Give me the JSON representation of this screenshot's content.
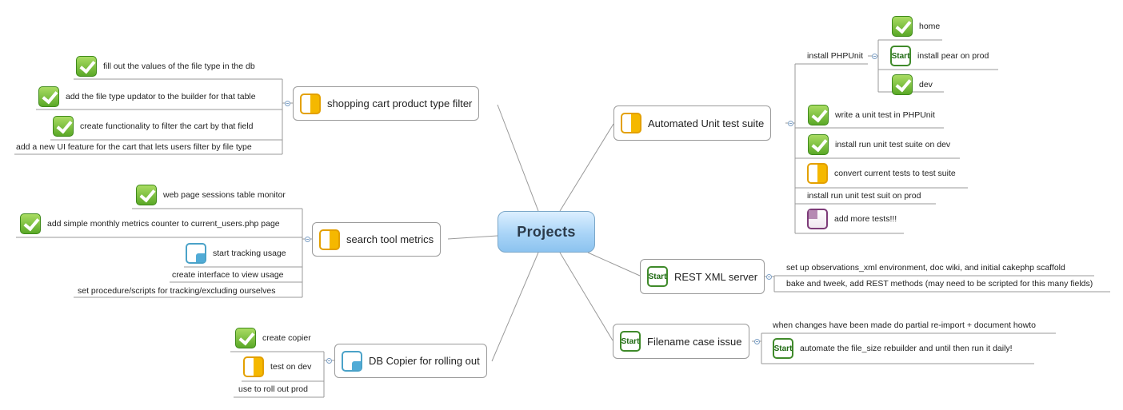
{
  "central": {
    "label": "Projects"
  },
  "colors": {
    "line": "#9a9a9a",
    "check": "#5aa827",
    "half": "#f5b800",
    "start": "#3f8a2a"
  },
  "topics": {
    "shopping": {
      "label": "shopping cart product type filter",
      "icon": "half-progress-icon",
      "children": [
        {
          "label": "fill out the values of the file type in the db",
          "icon": "check-icon"
        },
        {
          "label": "add the file type updator to the builder for that table",
          "icon": "check-icon"
        },
        {
          "label": "create functionality to filter the cart by that field",
          "icon": "check-icon"
        },
        {
          "label": "add a new UI feature for the cart that lets users filter by file type",
          "icon": ""
        }
      ]
    },
    "search": {
      "label": "search tool metrics",
      "icon": "half-progress-icon",
      "children": [
        {
          "label": "web page sessions table monitor",
          "icon": "check-icon"
        },
        {
          "label": "add simple monthly metrics counter to current_users.php page",
          "icon": "check-icon"
        },
        {
          "label": "start tracking usage",
          "icon": "quarter-progress-icon"
        },
        {
          "label": "create interface to view usage",
          "icon": ""
        },
        {
          "label": "set procedure/scripts for tracking/excluding ourselves",
          "icon": ""
        }
      ]
    },
    "dbcopier": {
      "label": "DB Copier for rolling out",
      "icon": "quarter-progress-icon",
      "children": [
        {
          "label": "create copier",
          "icon": "check-icon"
        },
        {
          "label": "test on dev",
          "icon": "half-progress-icon"
        },
        {
          "label": "use to roll out prod",
          "icon": ""
        }
      ]
    },
    "unit": {
      "label": "Automated Unit test suite",
      "icon": "half-progress-icon",
      "children": [
        {
          "label": "install PHPUnit",
          "icon": "",
          "children": [
            {
              "label": "home",
              "icon": "check-icon"
            },
            {
              "label": "install pear on prod",
              "icon": "start-icon"
            },
            {
              "label": "dev",
              "icon": "check-icon"
            }
          ]
        },
        {
          "label": "write a unit test in PHPUnit",
          "icon": "check-icon"
        },
        {
          "label": "install run unit test suite on dev",
          "icon": "check-icon"
        },
        {
          "label": "convert current tests to test suite",
          "icon": "half-progress-icon"
        },
        {
          "label": "install run unit test suit on prod",
          "icon": ""
        },
        {
          "label": "add more tests!!!",
          "icon": "three-quarter-progress-icon"
        }
      ]
    },
    "rest": {
      "label": "REST XML server",
      "icon": "start-icon",
      "children": [
        {
          "label": "set up observations_xml environment, doc wiki, and initial cakephp scaffold",
          "icon": ""
        },
        {
          "label": "bake and tweek, add REST methods (may need to be scripted for this many fields)",
          "icon": ""
        }
      ]
    },
    "filename": {
      "label": "Filename case issue",
      "icon": "start-icon",
      "children": [
        {
          "label": "when changes have been made do partial re-import + document howto",
          "icon": ""
        },
        {
          "label": "automate the file_size rebuilder and until then run it daily!",
          "icon": "start-icon"
        }
      ]
    }
  },
  "icon_text": {
    "start": "Start"
  }
}
